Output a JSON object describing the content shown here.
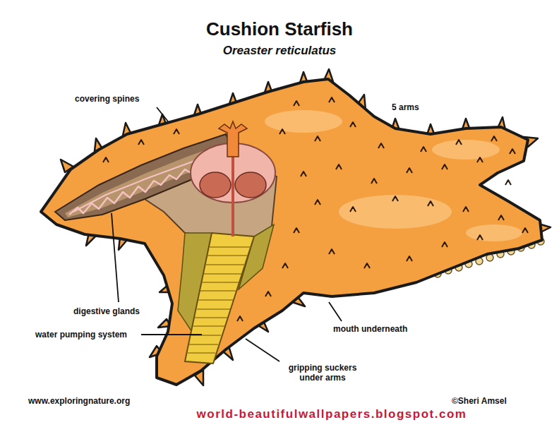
{
  "diagram": {
    "title": "Cushion Starfish",
    "labels": [
      "Oreaster reticulatus",
      "covering spines",
      "5 arms",
      "digestive glands",
      "water pumping system",
      "mouth underneath",
      "gripping suckers under arms",
      "www.exploringnature.org",
      "©Sheri Amsel",
      "world-beautifulwallpapers.blogspot.com"
    ]
  }
}
